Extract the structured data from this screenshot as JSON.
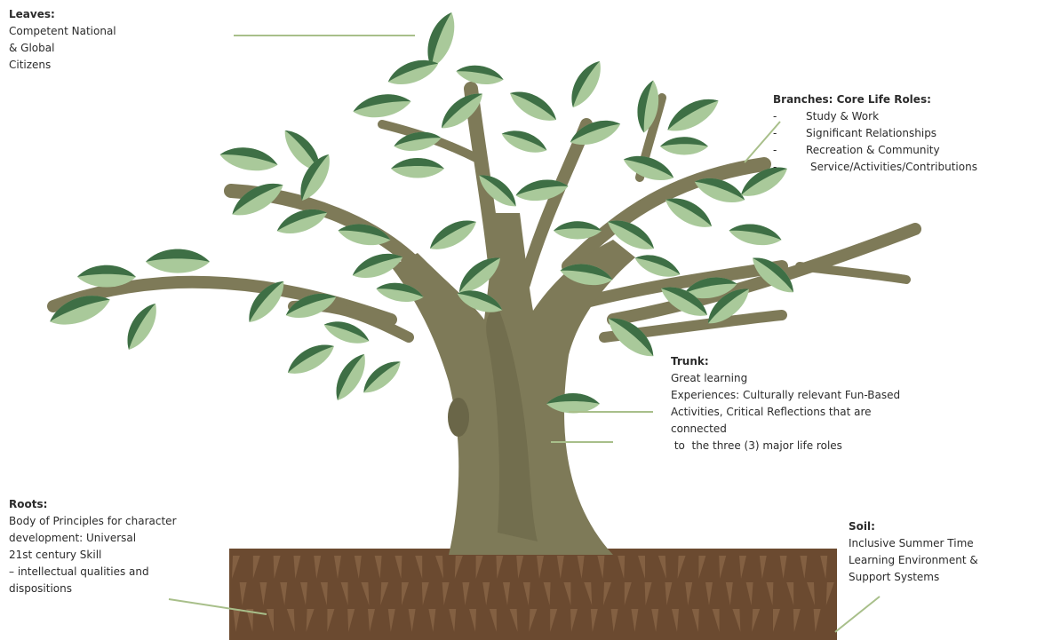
{
  "colors": {
    "trunk": "#7e7a58",
    "trunk_dark": "#6a6648",
    "soil": "#6b4a30",
    "soil_fiber": "#8d6a4a",
    "leaf_light": "#a9c99a",
    "leaf_dark": "#3e6f45",
    "connector": "#a8bf8a"
  },
  "labels": {
    "leaves": {
      "heading": "Leaves:",
      "lines": [
        "Competent National",
        "& Global",
        "Citizens"
      ]
    },
    "branches": {
      "heading": "Branches: Core Life Roles:",
      "items": [
        {
          "dash": "-",
          "text": "Study & Work"
        },
        {
          "dash": "-",
          "text": "Significant Relationships"
        },
        {
          "dash": "-",
          "text": "Recreation & Community"
        },
        {
          "dash": "-",
          "text": "Service/Activities/Contributions"
        }
      ]
    },
    "trunk": {
      "heading": "Trunk:",
      "lines": [
        "Great learning",
        "Experiences: Culturally relevant Fun-Based",
        "Activities, Critical Reflections  that are",
        "connected",
        " to  the three (3) major life roles"
      ]
    },
    "roots": {
      "heading": "Roots:",
      "lines": [
        "Body of Principles for character",
        "development: Universal",
        "21st century Skill",
        "– intellectual qualities and",
        "dispositions"
      ]
    },
    "soil": {
      "heading": "Soil:",
      "lines": [
        "Inclusive Summer Time",
        "Learning Environment &",
        "Support Systems"
      ]
    }
  }
}
